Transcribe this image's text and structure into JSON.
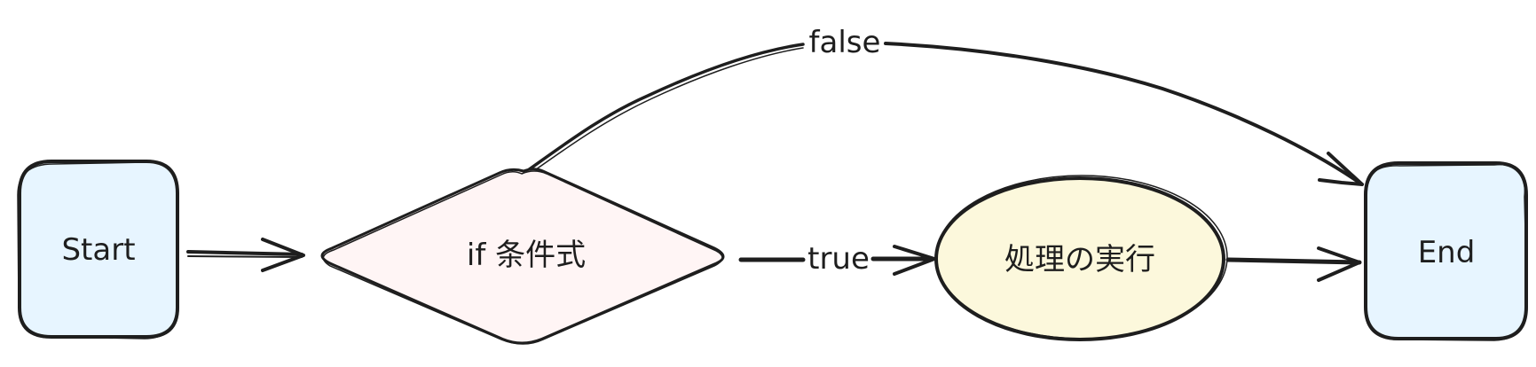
{
  "diagram": {
    "nodes": {
      "start": {
        "label": "Start",
        "fill": "#e7f5ff"
      },
      "condition": {
        "label": "if 条件式",
        "fill": "#fff5f5"
      },
      "process": {
        "label": "処理の実行",
        "fill": "#fcf8dc"
      },
      "end": {
        "label": "End",
        "fill": "#e7f5ff"
      }
    },
    "edges": {
      "start_to_condition": {
        "label": ""
      },
      "condition_to_process": {
        "label": "true"
      },
      "condition_to_end": {
        "label": "false"
      },
      "process_to_end": {
        "label": ""
      }
    },
    "colors": {
      "stroke": "#1e1e1e",
      "background": "#ffffff"
    }
  }
}
